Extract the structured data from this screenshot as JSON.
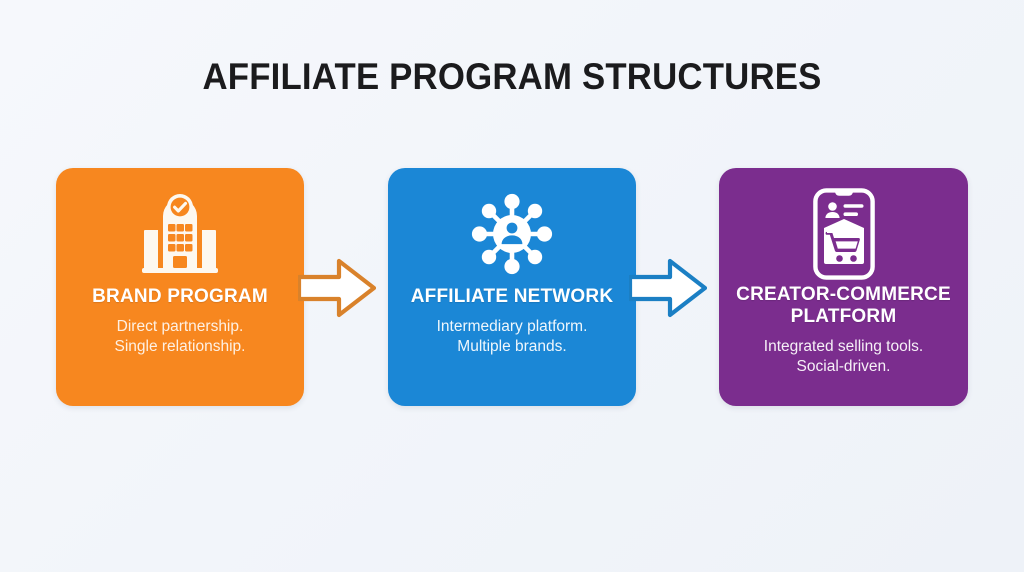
{
  "slide": {
    "title": "AFFILIATE PROGRAM STRUCTURES",
    "background_color": "#f4f6fa"
  },
  "cards": [
    {
      "id": "brand-program",
      "title": "BRAND PROGRAM",
      "desc_line1": "Direct partnership.",
      "desc_line2": "Single relationship.",
      "color": "#f7871f",
      "icon": "building-check-icon"
    },
    {
      "id": "affiliate-network",
      "title": "AFFILIATE NETWORK",
      "desc_line1": "Intermediary platform.",
      "desc_line2": "Multiple brands.",
      "color": "#1b87d6",
      "icon": "network-hub-person-icon"
    },
    {
      "id": "creator-commerce-platform",
      "title": "CREATOR-COMMERCE PLATFORM",
      "desc_line1": "Integrated selling tools.",
      "desc_line2": "Social-driven.",
      "color": "#7b2d8e",
      "icon": "mobile-shopping-cart-icon"
    }
  ],
  "arrows": [
    {
      "id": "arrow-brand-to-network",
      "icon": "arrow-right-icon",
      "outline_color": "#d9822b",
      "fill_color": "#ffffff"
    },
    {
      "id": "arrow-network-to-platform",
      "icon": "arrow-right-icon",
      "outline_color": "#1b7fc4",
      "fill_color": "#ffffff"
    }
  ]
}
